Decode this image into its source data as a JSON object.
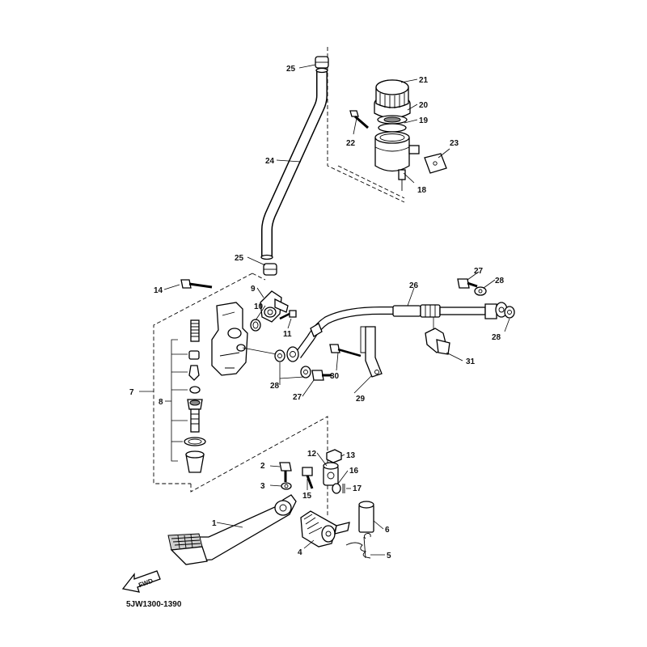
{
  "diagram": {
    "code": "5JW1300-1390",
    "fwd_label": "FWD",
    "callouts": [
      {
        "id": "c1",
        "text": "1"
      },
      {
        "id": "c2",
        "text": "2"
      },
      {
        "id": "c3",
        "text": "3"
      },
      {
        "id": "c4",
        "text": "4"
      },
      {
        "id": "c5",
        "text": "5"
      },
      {
        "id": "c6",
        "text": "6"
      },
      {
        "id": "c7",
        "text": "7"
      },
      {
        "id": "c8",
        "text": "8"
      },
      {
        "id": "c9",
        "text": "9"
      },
      {
        "id": "c10",
        "text": "10"
      },
      {
        "id": "c11",
        "text": "11"
      },
      {
        "id": "c12",
        "text": "12"
      },
      {
        "id": "c13",
        "text": "13"
      },
      {
        "id": "c14",
        "text": "14"
      },
      {
        "id": "c15",
        "text": "15"
      },
      {
        "id": "c16",
        "text": "16"
      },
      {
        "id": "c17",
        "text": "17"
      },
      {
        "id": "c18",
        "text": "18"
      },
      {
        "id": "c19",
        "text": "19"
      },
      {
        "id": "c20",
        "text": "20"
      },
      {
        "id": "c21",
        "text": "21"
      },
      {
        "id": "c22",
        "text": "22"
      },
      {
        "id": "c23",
        "text": "23"
      },
      {
        "id": "c24",
        "text": "24"
      },
      {
        "id": "c25a",
        "text": "25"
      },
      {
        "id": "c25b",
        "text": "25"
      },
      {
        "id": "c26",
        "text": "26"
      },
      {
        "id": "c27a",
        "text": "27"
      },
      {
        "id": "c27b",
        "text": "27"
      },
      {
        "id": "c28a",
        "text": "28"
      },
      {
        "id": "c28b",
        "text": "28"
      },
      {
        "id": "c28c",
        "text": "28"
      },
      {
        "id": "c29",
        "text": "29"
      },
      {
        "id": "c30",
        "text": "30"
      },
      {
        "id": "c31",
        "text": "31"
      }
    ]
  }
}
